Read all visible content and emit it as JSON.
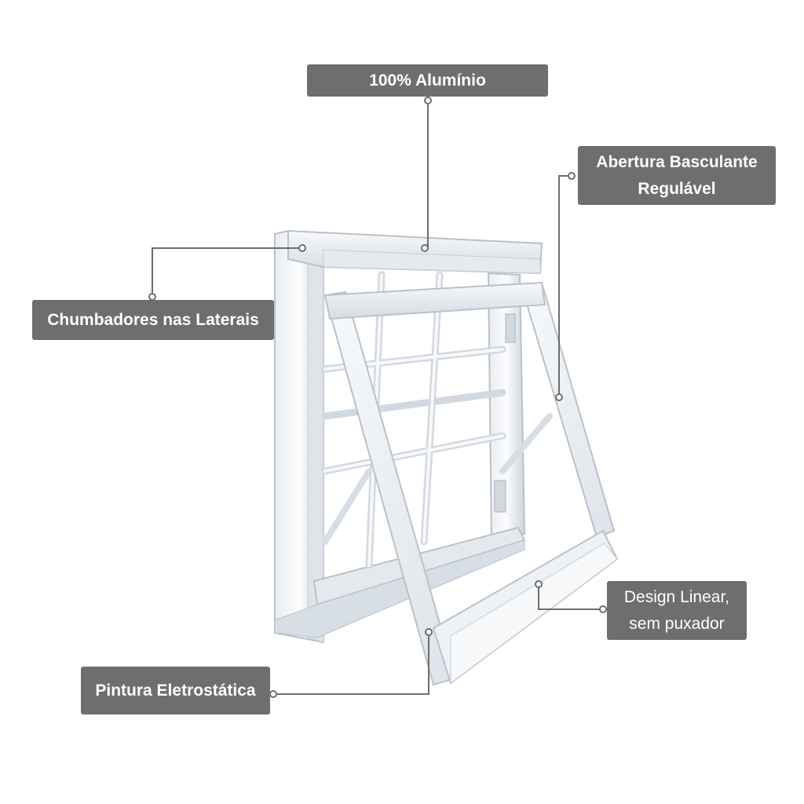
{
  "callouts": {
    "aluminio": {
      "text": "100% Alumínio",
      "icon": "window-top-frame"
    },
    "abertura": {
      "line1": "Abertura Basculante",
      "line2": "Regulável",
      "icon": "tilt-sash"
    },
    "chumbadores": {
      "text": "Chumbadores nas Laterais",
      "icon": "side-anchors"
    },
    "design": {
      "line1": "Design Linear,",
      "line2": "sem puxador",
      "icon": "sash-bottom-rail"
    },
    "pintura": {
      "text": "Pintura Eletrostática",
      "icon": "painted-frame"
    }
  },
  "colors": {
    "label_bg": "#6e6e6e",
    "label_text": "#ffffff",
    "leader_line": "#6e6e6e",
    "frame_light": "#f4f6f8",
    "frame_mid": "#dfe4ea",
    "frame_shadow": "#b9c1ca"
  }
}
